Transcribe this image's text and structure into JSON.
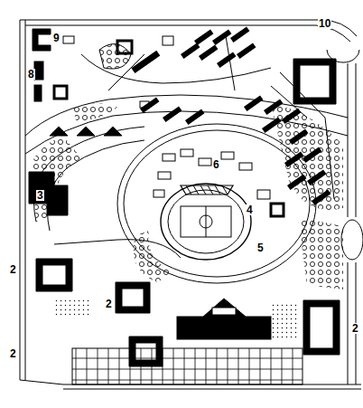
{
  "diagram": {
    "labels": [
      "9",
      "8",
      "10",
      "3",
      "6",
      "4",
      "5",
      "2",
      "2",
      "2",
      "2"
    ]
  }
}
